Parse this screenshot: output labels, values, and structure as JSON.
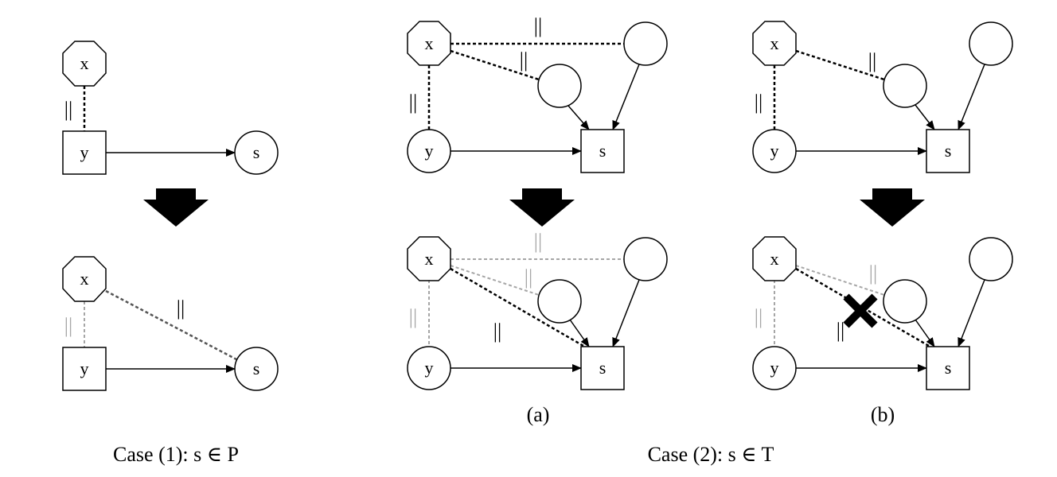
{
  "nodes": {
    "x": "x",
    "y": "y",
    "s": "s"
  },
  "marks": {
    "parallel": "||"
  },
  "captions": {
    "case1": "Case (1): s ∈ P",
    "case2": "Case (2): s ∈ T",
    "sub_a": "(a)",
    "sub_b": "(b)"
  },
  "colors": {
    "active": "#000000",
    "faded": "#a6a6a6"
  }
}
